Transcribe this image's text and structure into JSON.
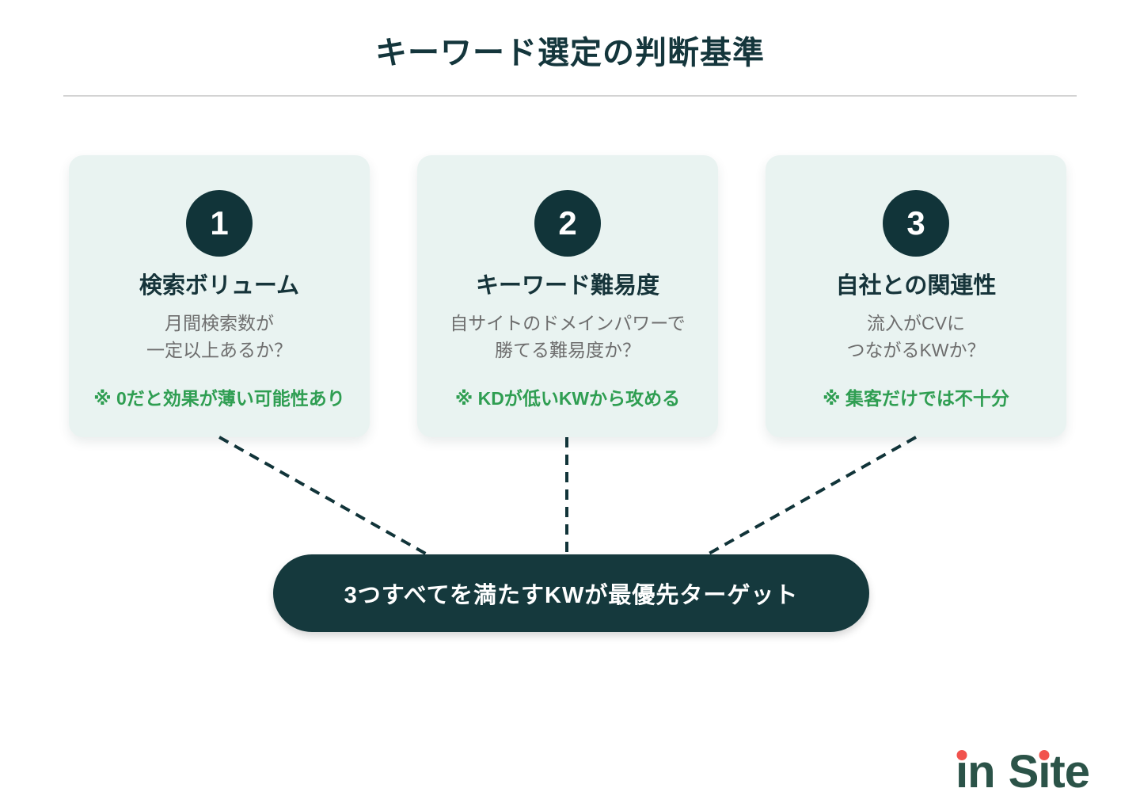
{
  "page": {
    "title": "キーワード選定の判断基準"
  },
  "cards": [
    {
      "number": "1",
      "title": "検索ボリューム",
      "desc_lines": [
        "月間検索数が",
        "一定以上あるか？"
      ],
      "note": "※ 0だと効果が薄い可能性あり"
    },
    {
      "number": "2",
      "title": "キーワード難易度",
      "desc_lines": [
        "自サイトのドメインパワーで",
        "勝てる難易度か？"
      ],
      "note": "※ KDが低いKWから攻める"
    },
    {
      "number": "3",
      "title": "自社との関連性",
      "desc_lines": [
        "流入がCVに",
        "つながるKWか？"
      ],
      "note": "※ 集客だけでは不十分"
    }
  ],
  "conclusion": {
    "label": "3つすべてを満たすKWが最優先ターゲット"
  },
  "logo": {
    "text": "in Site",
    "words": [
      [
        {
          "ch": "ı",
          "dot": true
        },
        {
          "ch": "n",
          "dot": false
        }
      ],
      [
        {
          "ch": "S",
          "dot": false
        },
        {
          "ch": "ı",
          "dot": true
        },
        {
          "ch": "t",
          "dot": false
        },
        {
          "ch": "e",
          "dot": false
        }
      ]
    ]
  },
  "colors": {
    "dark-teal": "#113439",
    "card-bg": "#e9f3f1",
    "accent-green": "#2f9e52",
    "text-gray": "#6e6e6e",
    "logo-green": "#2b5348",
    "logo-red": "#f1524d",
    "divider": "#d3d3d3",
    "white": "#ffffff"
  }
}
